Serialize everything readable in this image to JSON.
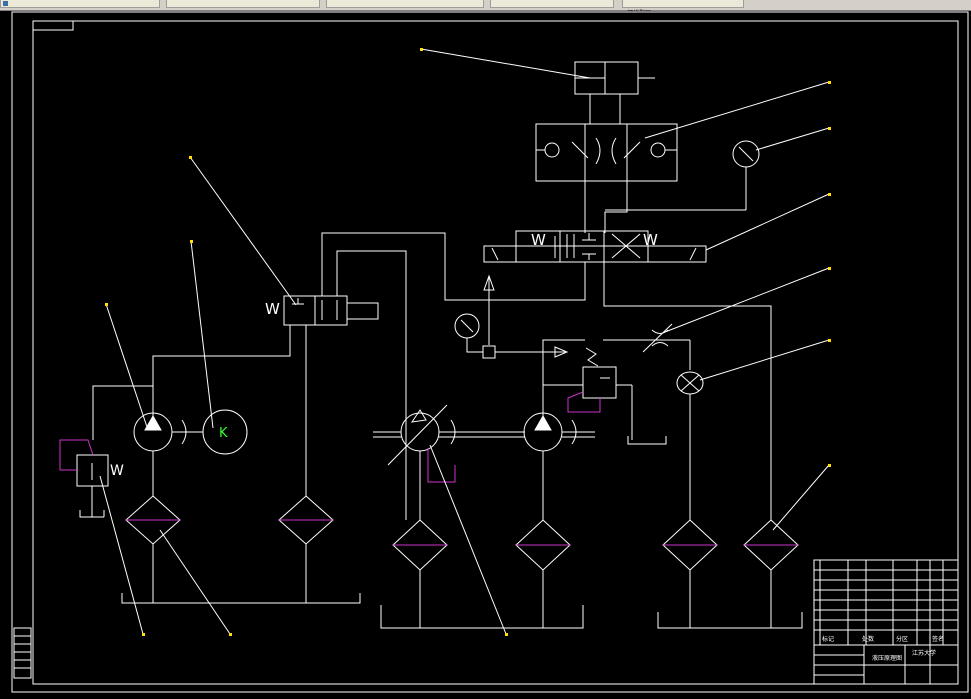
{
  "toolbar": {
    "tabs": [
      {
        "label": ""
      },
      {
        "label": ""
      },
      {
        "label": ""
      },
      {
        "label": ""
      },
      {
        "label": "细线型层"
      }
    ]
  },
  "colors": {
    "background": "#000000",
    "lines": "#ffffff",
    "filter_fill_line": "#cc33cc",
    "leader_dots": "#ffe000",
    "motor_label": "#33ff33",
    "magenta_linkage": "#cc33cc"
  },
  "symbols": {
    "solenoid_letter": "W",
    "motor_glyph": "K"
  },
  "title_block": {
    "drawing_name": "液压原理图",
    "school": "江苏大学",
    "row_labels": [
      "标记",
      "处数",
      "分区",
      "签名"
    ]
  }
}
